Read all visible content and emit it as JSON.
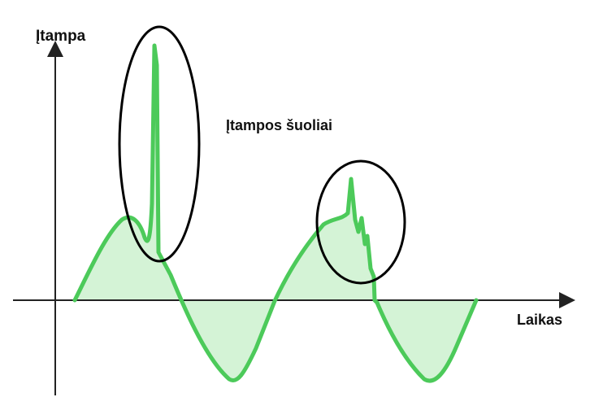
{
  "labels": {
    "y_axis": "Įtampa",
    "x_axis": "Laikas",
    "annotation": "Įtampos šuoliai"
  },
  "colors": {
    "waveform": "#4cca5a",
    "fill": "#d4f3d6",
    "axis": "#222222",
    "highlight_ellipse": "#000000"
  }
}
